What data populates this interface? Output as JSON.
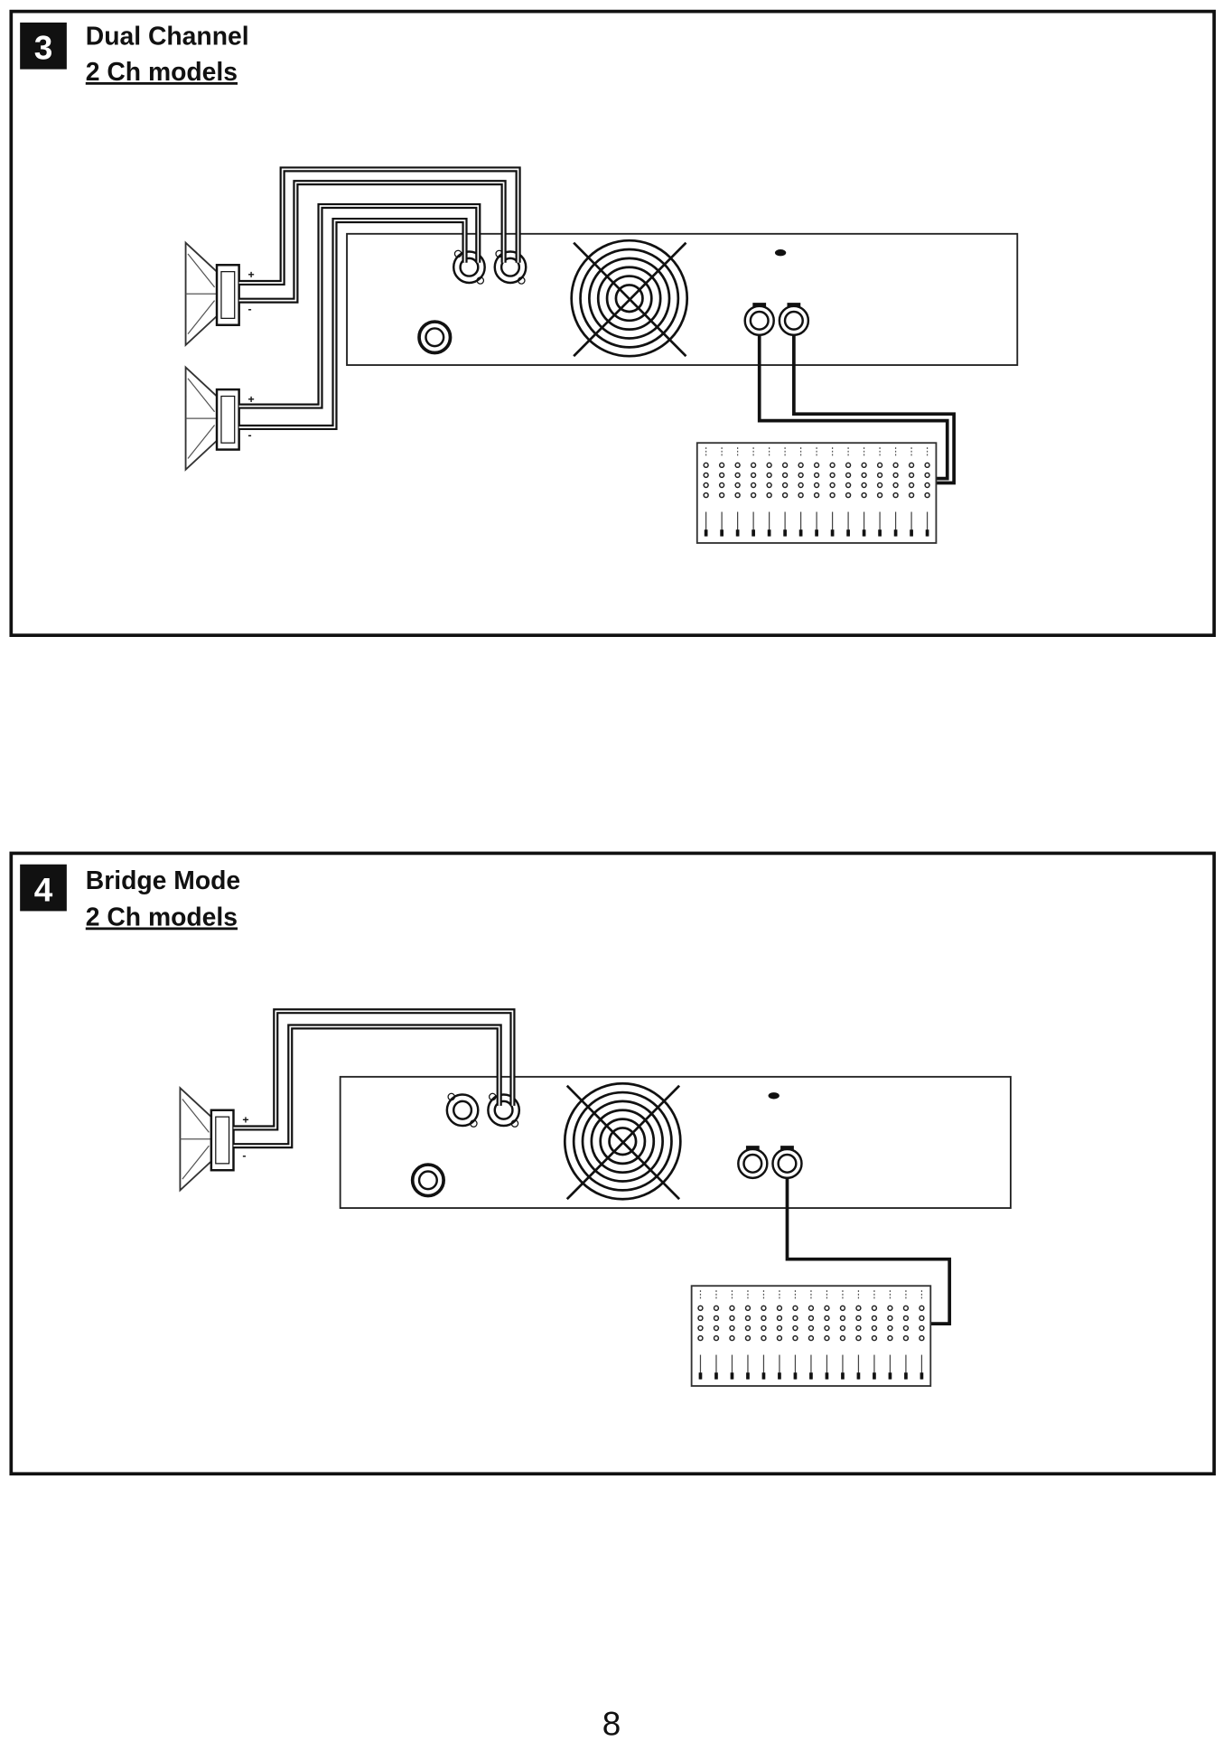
{
  "sections": [
    {
      "number": "3",
      "title": "Dual Channel",
      "subtitle": "2 Ch models"
    },
    {
      "number": "4",
      "title": "Bridge Mode",
      "subtitle": "2 Ch models"
    }
  ],
  "terminal_labels": {
    "plus": "+",
    "minus": "-"
  },
  "mixer_channels": 15,
  "page_number": "8"
}
